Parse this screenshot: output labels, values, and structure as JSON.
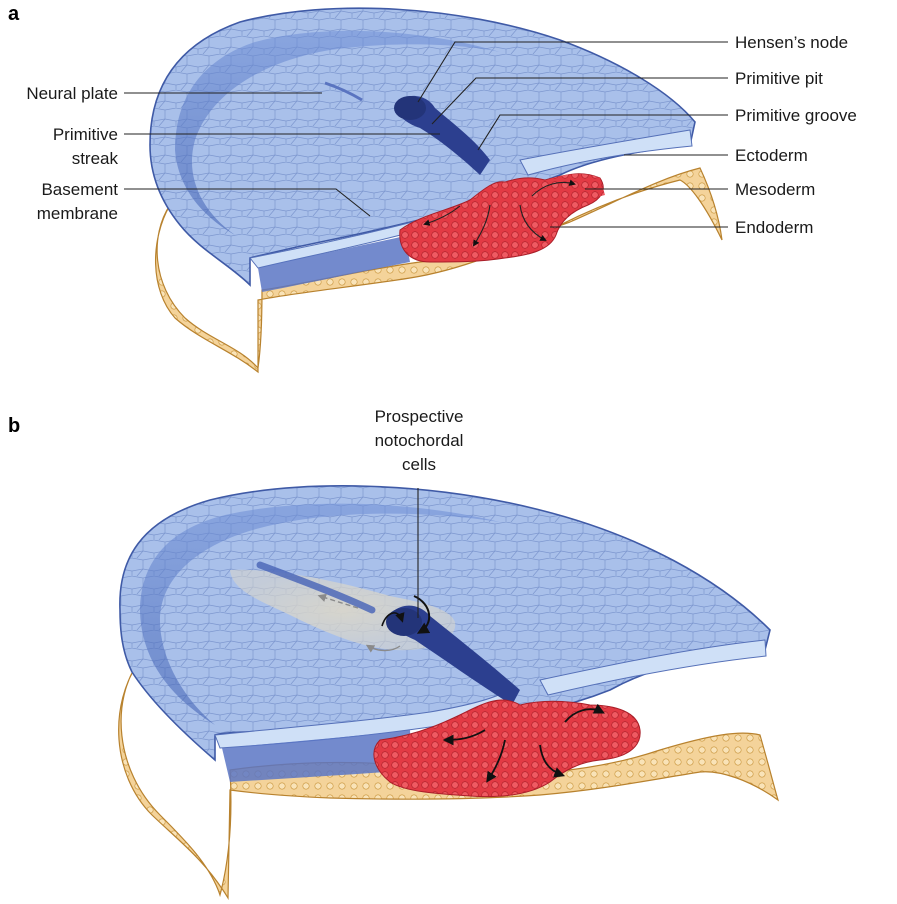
{
  "panels": [
    {
      "letter": "a",
      "labels": {
        "neural_plate": "Neural plate",
        "primitive_streak_1": "Primitive",
        "primitive_streak_2": "streak",
        "basement_membrane_1": "Basement",
        "basement_membrane_2": "membrane",
        "hensens_node": "Hensen’s node",
        "primitive_pit": "Primitive pit",
        "primitive_groove": "Primitive groove",
        "ectoderm": "Ectoderm",
        "mesoderm": "Mesoderm",
        "endoderm": "Endoderm"
      }
    },
    {
      "letter": "b",
      "labels": {
        "prospective_1": "Prospective",
        "prospective_2": "notochordal",
        "prospective_3": "cells"
      }
    }
  ],
  "colors": {
    "ectoderm_blue": "#9db6e6",
    "ectoderm_dark": "#3f5aa6",
    "groove_navy": "#2c3f8f",
    "mesoderm_red": "#e8424a",
    "endoderm_yellow": "#e9b04a",
    "yolk_light": "#f6d9a3"
  }
}
